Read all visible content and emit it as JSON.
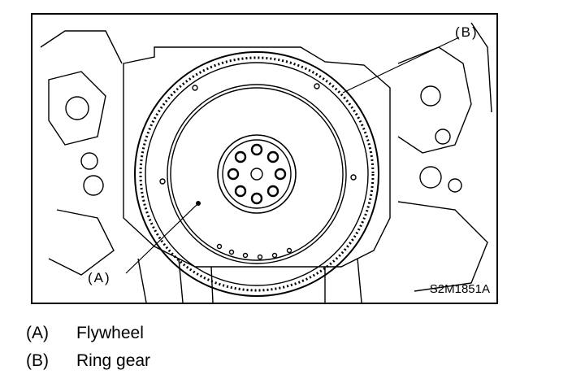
{
  "figure": {
    "drawing_code": "S2M1851A",
    "callouts": [
      {
        "label": "(A)"
      },
      {
        "label": "(B)"
      }
    ]
  },
  "legend": [
    {
      "key": "(A)",
      "text": "Flywheel"
    },
    {
      "key": "(B)",
      "text": "Ring gear"
    }
  ]
}
